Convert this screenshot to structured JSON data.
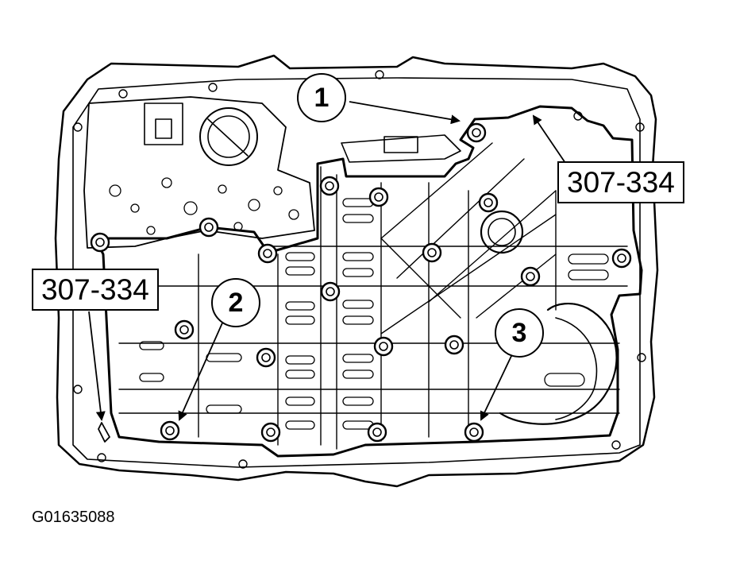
{
  "callouts": [
    {
      "number": "1"
    },
    {
      "number": "2"
    },
    {
      "number": "3"
    }
  ],
  "part_labels": {
    "top_right": "307-334",
    "left": "307-334"
  },
  "figure_id": "G01635088",
  "colors": {
    "line": "#000000",
    "background": "#ffffff"
  }
}
